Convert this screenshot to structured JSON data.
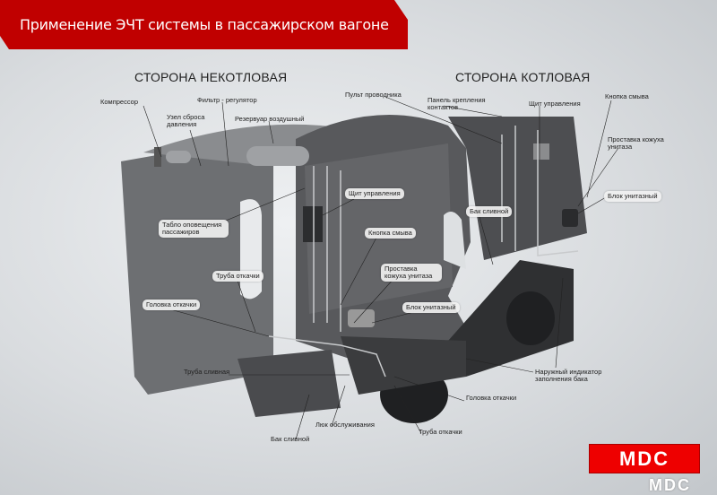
{
  "header": {
    "title": "Применение ЭЧТ системы в пассажирском вагоне"
  },
  "sides": {
    "non_boiler": "СТОРОНА НЕКОТЛОВАЯ",
    "boiler": "СТОРОНА КОТЛОВАЯ"
  },
  "labels": {
    "compressor": "Компрессор",
    "filter": "Фильтр - регулятор",
    "pressure_relief": "Узел сброса давления",
    "air_tank": "Резервуар воздушный",
    "conductor_panel": "Пульт проводника",
    "contact_panel": "Панель крепления контактов",
    "control_panel_top": "Щит управления",
    "flush_button_top": "Кнопка смыва",
    "toilet_spacer_top": "Проставка кожуха унитаза",
    "toilet_block_top": "Блок унитазный",
    "control_panel": "Щит управления",
    "drain_tank_box": "Бак сливной",
    "passenger_display": "Табло оповещения пассажиров",
    "flush_button": "Кнопка смыва",
    "pump_pipe_box": "Труба откачки",
    "toilet_spacer": "Проставка кожуха унитаза",
    "pump_head_box": "Головка откачки",
    "toilet_block": "Блок унитазный",
    "outer_indicator": "Наружный индикатор заполнения бака",
    "drain_pipe": "Труба сливная",
    "pump_head": "Головка откачки",
    "service_hatch": "Люк обслуживания",
    "pump_pipe": "Труба откачки",
    "drain_tank": "Бак сливной"
  },
  "logo": {
    "text": "MDC"
  },
  "colors": {
    "banner": "#c00000",
    "logo": "#ee0000"
  }
}
